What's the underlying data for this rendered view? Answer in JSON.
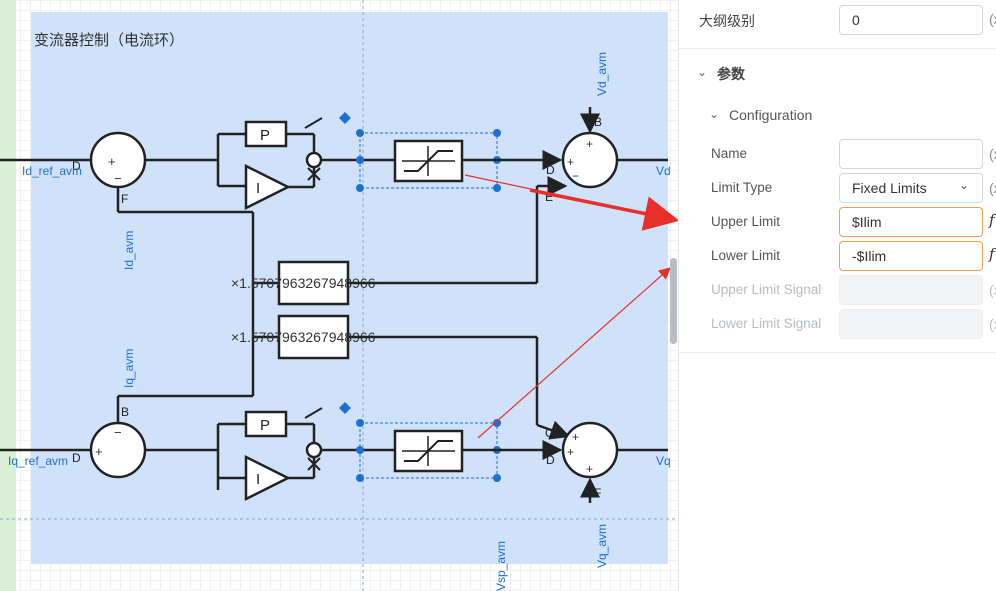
{
  "canvas": {
    "group_title": "变流器控制（电流环）",
    "signals": {
      "id_ref": "Id_ref_avm",
      "iq_ref": "Iq_ref_avm",
      "id": "Id_avm",
      "iq": "Iq_avm",
      "vd": "Vd_avm",
      "vq": "Vq_avm",
      "vsp": "Vsp_avm",
      "vd_out": "Vd",
      "vq_out": "Vq"
    },
    "gain_text_1": "×1.5707963267948966",
    "gain_text_2": "×1.5707963267948966",
    "p_label_top": "P",
    "i_label_top": "I",
    "p_label_bot": "P",
    "i_label_bot": "I",
    "port_D_top": "D",
    "port_F_top": "F",
    "port_B_bot": "B",
    "port_D_bot": "D",
    "sum_top_B": "B",
    "sum_top_D": "D",
    "sum_top_E": "E",
    "sum_bot_C": "C",
    "sum_bot_D": "D",
    "sum_bot_F": "F",
    "plus": "+",
    "minus": "−",
    "colors": {
      "group_fill": "#cfe2fa",
      "accent": "#1f6fd0",
      "arrow": "#e8302a",
      "left_strip": "#d9f0d6"
    }
  },
  "panel": {
    "outline_label": "大纲级别",
    "outline_value": "0",
    "outline_suffix": "(x",
    "section_params": "参数",
    "section_config": "Configuration",
    "fields": [
      {
        "label": "Name",
        "value": "",
        "suffix": "(x"
      },
      {
        "label": "Limit Type",
        "value": "Fixed Limits",
        "suffix": "(x"
      },
      {
        "label": "Upper Limit",
        "value": "$Ilim",
        "suffix": "f"
      },
      {
        "label": "Lower Limit",
        "value": "-$Ilim",
        "suffix": "f"
      },
      {
        "label": "Upper Limit Signal",
        "value": "",
        "suffix": "(x"
      },
      {
        "label": "Lower Limit Signal",
        "value": "",
        "suffix": "(x"
      }
    ],
    "icons": {
      "collapse": "chevron-down-icon",
      "dropdown": "chevron-down-icon",
      "formula": "function-icon"
    }
  }
}
